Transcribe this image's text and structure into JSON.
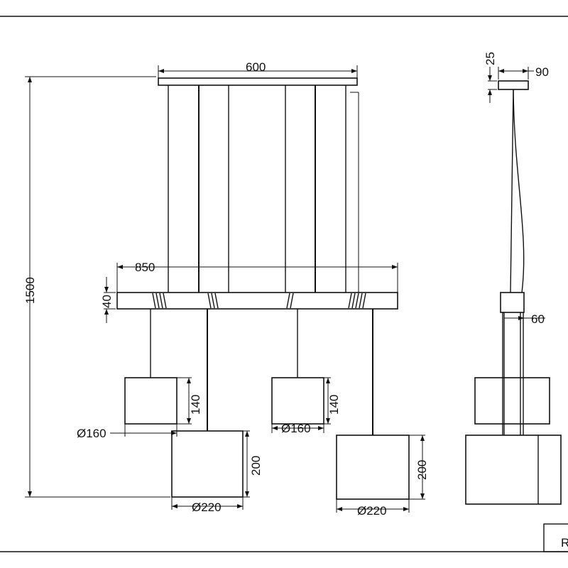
{
  "drawing": {
    "front_view": {
      "canopy_width": "600",
      "total_height": "1500",
      "bar_length": "850",
      "bar_height": "40",
      "small_shade_left": {
        "height": "140",
        "diameter": "Ø160"
      },
      "large_shade_left": {
        "height": "200",
        "diameter": "Ø220"
      },
      "small_shade_right": {
        "height": "140",
        "diameter": "Ø160"
      },
      "large_shade_right": {
        "height": "200",
        "diameter": "Ø220"
      }
    },
    "side_view": {
      "canopy_height": "25",
      "canopy_width": "90",
      "bar_depth": "60"
    },
    "title_block": {
      "text": "R"
    }
  }
}
